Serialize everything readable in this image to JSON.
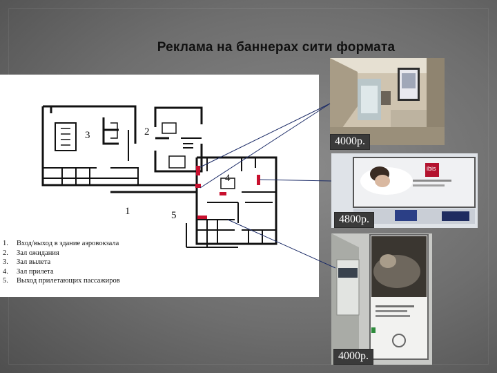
{
  "slide": {
    "title": "Реклама на баннерах сити формата"
  },
  "plan": {
    "labels": {
      "n1": "1",
      "n2": "2",
      "n3": "3",
      "n4": "4",
      "n5": "5"
    },
    "legend": [
      {
        "num": "1.",
        "text": "Вход/выход в здание аэровокзала"
      },
      {
        "num": "2.",
        "text": "Зал ожидания"
      },
      {
        "num": "3.",
        "text": "Зал вылета"
      },
      {
        "num": "4.",
        "text": "Зал прилета"
      },
      {
        "num": "5.",
        "text": "Выход прилетающих пассажиров"
      }
    ]
  },
  "photos": {
    "p1": {
      "price": "4000р."
    },
    "p2": {
      "price": "4800р.",
      "banner_brand": "ibis"
    },
    "p3": {
      "price": "4000р."
    }
  },
  "colors": {
    "marker_red": "#c8102e",
    "price_bg": "#3a3a3a"
  }
}
